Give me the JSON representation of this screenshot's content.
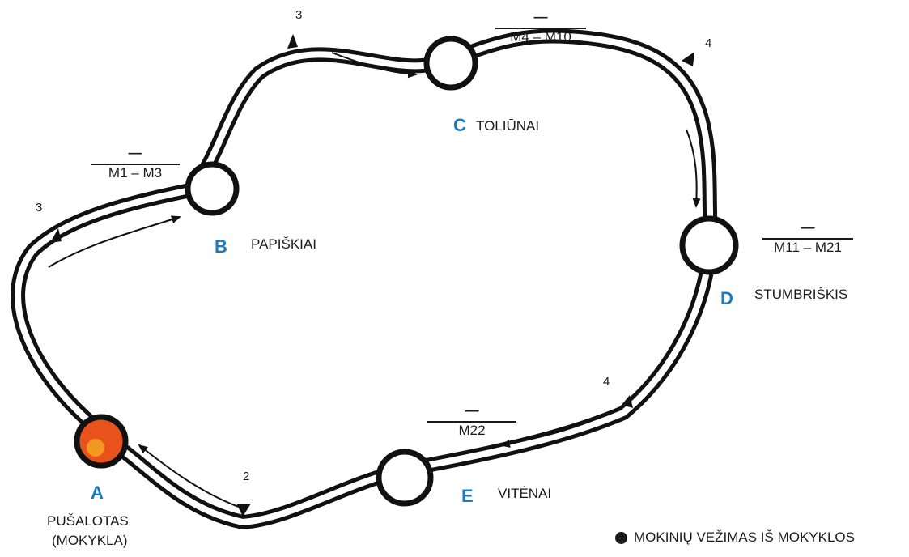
{
  "colors": {
    "route": "#111111",
    "letter": "#1b7bc1",
    "school_fill": "#e8531c",
    "school_highlight": "#f6a524"
  },
  "stops": {
    "a": {
      "letter": "A",
      "name": "PUŠALOTAS",
      "name2": "(MOKYKLA)"
    },
    "b": {
      "letter": "B",
      "name": "PAPIŠKIAI"
    },
    "c": {
      "letter": "C",
      "name": "TOLIŪNAI"
    },
    "d": {
      "letter": "D",
      "name": "STUMBRIŠKIS"
    },
    "e": {
      "letter": "E",
      "name": "VITĖNAI"
    }
  },
  "fractions": {
    "b": {
      "top": "—",
      "bottom": "M1 – M3"
    },
    "c": {
      "top": "—",
      "bottom": "M4 – M10"
    },
    "d": {
      "top": "—",
      "bottom": "M11 – M21"
    },
    "e": {
      "top": "—",
      "bottom": "M22"
    }
  },
  "distances": {
    "ab": "3",
    "bc": "3",
    "cd": "4",
    "de": "4",
    "ea": "2"
  },
  "legend": {
    "icon": "filled-circle-icon",
    "text": "MOKINIŲ VEŽIMAS IŠ MOKYKLOS"
  }
}
